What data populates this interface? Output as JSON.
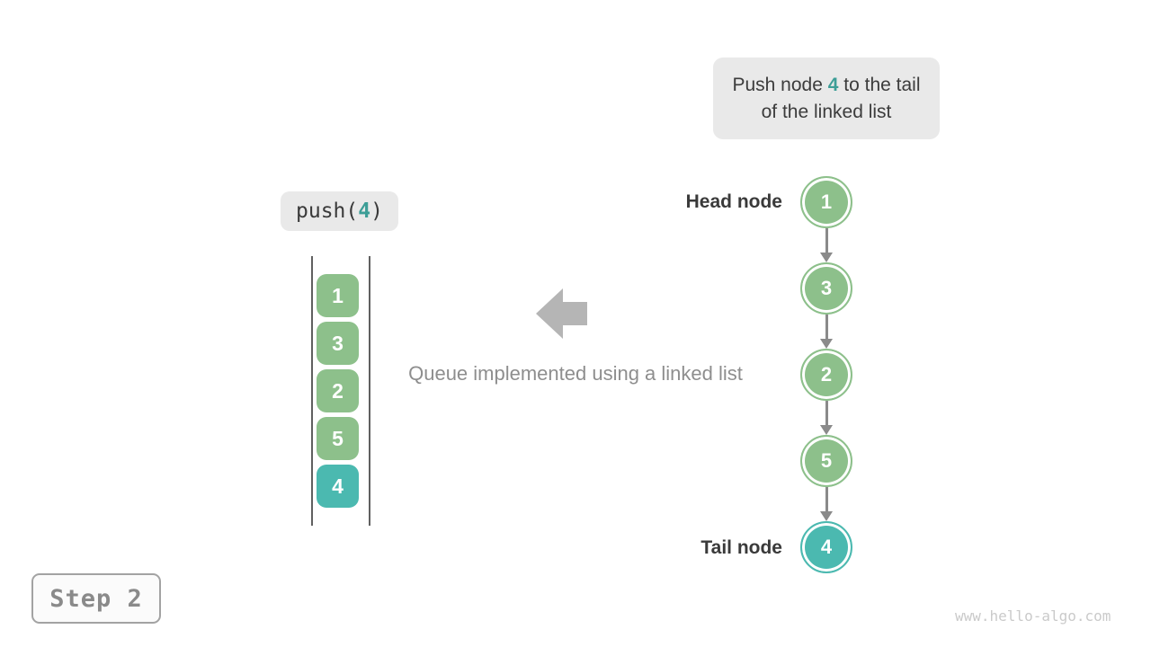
{
  "colors": {
    "node_green": "#8dc08b",
    "node_teal": "#4bb9b0",
    "accent_text_teal": "#3d9e97",
    "dark_text": "#3c3c3c",
    "gray_text": "#8e8e8e",
    "arrow_gray": "#b5b5b5",
    "connector_gray": "#8a8a8a",
    "label_bg": "#e9e9e9"
  },
  "annotation": {
    "prefix": "Push node ",
    "accent": "4",
    "suffix": " to the tail of the linked list"
  },
  "operation": {
    "prefix": "push(",
    "accent": "4",
    "suffix": ")"
  },
  "stack": {
    "values": [
      "1",
      "3",
      "2",
      "5",
      "4"
    ],
    "highlighted_value": "4"
  },
  "caption": "Queue implemented using a linked list",
  "linked_list": {
    "head_label": "Head node",
    "tail_label": "Tail node",
    "nodes": [
      "1",
      "3",
      "2",
      "5",
      "4"
    ],
    "highlighted_node": "4"
  },
  "step": {
    "label": "Step 2"
  },
  "watermark": "www.hello-algo.com"
}
